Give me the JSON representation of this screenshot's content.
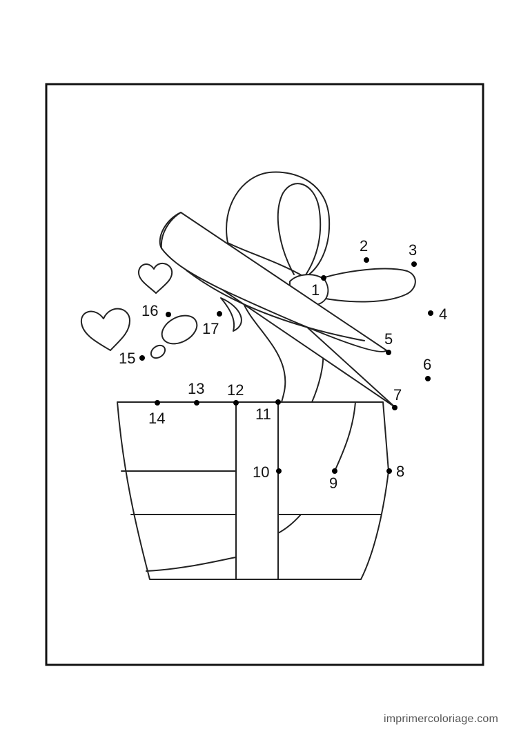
{
  "footer": {
    "site": "imprimercoloriage.com"
  },
  "labels": [
    "1",
    "2",
    "3",
    "4",
    "5",
    "6",
    "7",
    "8",
    "9",
    "10",
    "11",
    "12",
    "13",
    "14",
    "15",
    "16",
    "17"
  ],
  "colors": {
    "ink": "#222222",
    "dot": "#000000",
    "paper": "#ffffff"
  },
  "icons": [
    "heart-icon",
    "gift-box-icon",
    "bow-icon"
  ]
}
